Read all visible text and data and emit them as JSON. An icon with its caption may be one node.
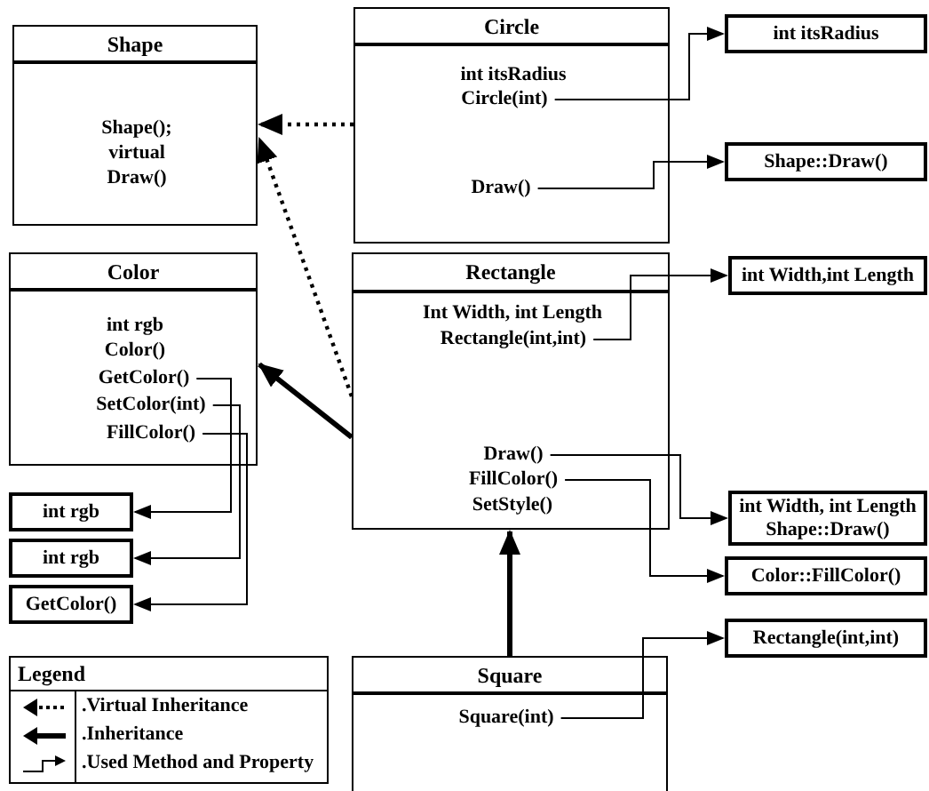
{
  "diagram": {
    "nodes": [
      {
        "text": [
          "Shape",
          "Shape(); virtual Draw()"
        ]
      },
      {
        "text": [
          "Circle",
          "int itsRadius"
        ]
      },
      {
        "text": [
          "Circle(int)"
        ],
        "in": 1
      },
      {
        "text": [
          "Draw()"
        ],
        "in": 1
      },
      {
        "text": [
          "int itsRadius"
        ]
      },
      {
        "text": [
          "Shape::Draw()"
        ]
      },
      {
        "text": [
          "Color",
          "int rgb Color()"
        ]
      },
      {
        "text": [
          "GetColor()"
        ],
        "in": 6
      },
      {
        "text": [
          "SetColor(int)"
        ],
        "in": 6
      },
      {
        "text": [
          "FillColor()"
        ],
        "in": 6
      },
      {
        "text": [
          "Rectangle",
          "Int Width, int Length",
          "SetStyle()"
        ]
      },
      {
        "text": [
          "Rectangle(int,int)"
        ],
        "in": 10
      },
      {
        "text": [
          "Draw()"
        ],
        "in": 10
      },
      {
        "text": [
          "FillColor()"
        ],
        "in": 10
      },
      {
        "text": [
          "int Width,int Length"
        ]
      },
      {
        "text": [
          "int Width, int Length",
          "Shape::Draw()"
        ]
      },
      {
        "text": [
          "Color::FillColor()"
        ]
      },
      {
        "text": [
          "int rgb"
        ]
      },
      {
        "text": [
          "int rgb"
        ]
      },
      {
        "text": [
          "GetColor()"
        ]
      },
      {
        "text": [
          "Square"
        ]
      },
      {
        "text": [
          "Square(int)"
        ],
        "in": 20
      },
      {
        "text": [
          "Rectangle(int,int)"
        ]
      }
    ],
    "edges": [
      {
        "from": 1,
        "to": 0,
        "arrow": "to",
        "style": "dashed"
      },
      {
        "from": 10,
        "to": 0,
        "arrow": "to",
        "style": "dashed"
      },
      {
        "from": 10,
        "to": 6,
        "arrow": "to",
        "style": "thick"
      },
      {
        "from": 20,
        "to": 10,
        "arrow": "to",
        "style": "thick"
      },
      {
        "from": 2,
        "to": 4,
        "arrow": "to"
      },
      {
        "from": 3,
        "to": 5,
        "arrow": "to"
      },
      {
        "from": 11,
        "to": 14,
        "arrow": "to"
      },
      {
        "from": 12,
        "to": 15,
        "arrow": "to"
      },
      {
        "from": 13,
        "to": 16,
        "arrow": "to"
      },
      {
        "from": 21,
        "to": 22,
        "arrow": "to"
      },
      {
        "from": 7,
        "to": 17,
        "arrow": "to"
      },
      {
        "from": 8,
        "to": 18,
        "arrow": "to"
      },
      {
        "from": 9,
        "to": 19,
        "arrow": "to"
      }
    ],
    "labels": [
      "Legend"
    ],
    "legend": [
      {
        "text": ".Virtual Inheritance"
      },
      {
        "text": ".Inheritance"
      },
      {
        "text": ".Used Method and Property"
      }
    ]
  }
}
